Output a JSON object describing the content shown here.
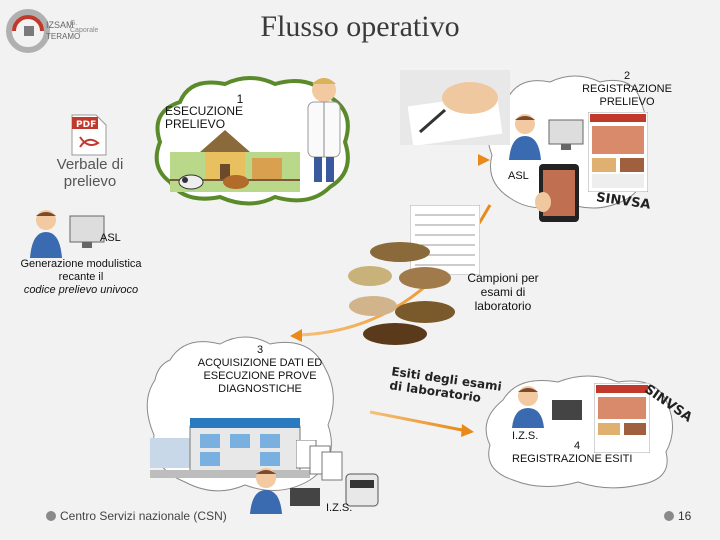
{
  "title": "Flusso operativo",
  "logo": {
    "text_line1": "IZSAM",
    "text_line2": "G. Caporale",
    "text_line3": "TERAMO"
  },
  "steps": {
    "step1": {
      "number": "1",
      "label": "ESECUZIONE PRELIEVO"
    },
    "step2": {
      "number": "2",
      "label_line1": "REGISTRAZIONE",
      "label_line2": "PRELIEVO"
    },
    "step3": {
      "number": "3",
      "label_line1": "ACQUISIZIONE DATI ED",
      "label_line2": "ESECUZIONE PROVE",
      "label_line3": "DIAGNOSTICHE"
    },
    "step4": {
      "number": "4",
      "label": "REGISTRAZIONE ESITI"
    }
  },
  "verbale": {
    "line1": "Verbale di",
    "line2": "prelievo",
    "pdf_icon": "pdf-icon"
  },
  "actors": {
    "asl_top": "ASL",
    "asl_left": "ASL",
    "izs_bottom": "I.Z.S.",
    "izs_right": "I.Z.S."
  },
  "systems": {
    "sinvsa_top": "SINVSA",
    "sinvsa_right": "SINVSA"
  },
  "notes": {
    "generazione_line1": "Generazione modulistica",
    "generazione_line2": "recante il",
    "generazione_line3": "codice prelievo univoco",
    "campioni_line1": "Campioni per",
    "campioni_line2": "esami di",
    "campioni_line3": "laboratorio",
    "esiti_line1": "Esiti degli esami",
    "esiti_line2": "di laboratorio"
  },
  "footer": {
    "left": "Centro Servizi nazionale (CSN)",
    "page": "16"
  },
  "colors": {
    "cloud_border": "#5a8a2a",
    "arrow": "#e8891a",
    "title": "#3a3a3a"
  }
}
